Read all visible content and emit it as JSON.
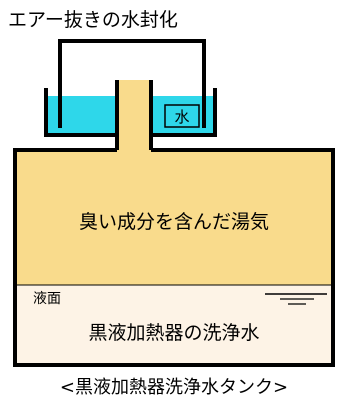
{
  "diagram": {
    "title": "エアー抜きの水封化",
    "water_label": "水",
    "gas_label": "臭い成分を含んだ湯気",
    "surface_label": "液面",
    "liquid_label": "黒液加熱器の洗浄水",
    "caption": "<黒液加熱器洗浄水タンク>",
    "colors": {
      "gas": "#F9DB8C",
      "liquid": "#FDF3E6",
      "water": "#2ED7EA",
      "outline": "#000000"
    }
  }
}
